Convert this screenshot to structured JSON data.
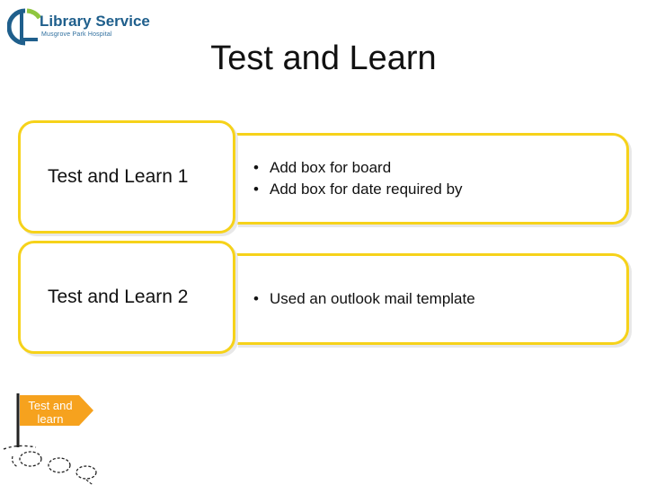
{
  "logo": {
    "title": "Library Service",
    "subtitle": "Musgrove Park Hospital",
    "colors": {
      "primary": "#1f5f8c",
      "accent": "#8fc63f"
    }
  },
  "title": "Test and Learn",
  "rows": [
    {
      "label": "Test and Learn 1",
      "bullets": [
        "Add box for board",
        "Add box for date required by"
      ]
    },
    {
      "label": "Test and Learn 2",
      "bullets": [
        "Used an outlook mail template"
      ]
    }
  ],
  "flag": {
    "label_line1": "Test and",
    "label_line2": "learn",
    "color": "#f6a21e"
  },
  "colors": {
    "box_border": "#f6d21a"
  }
}
